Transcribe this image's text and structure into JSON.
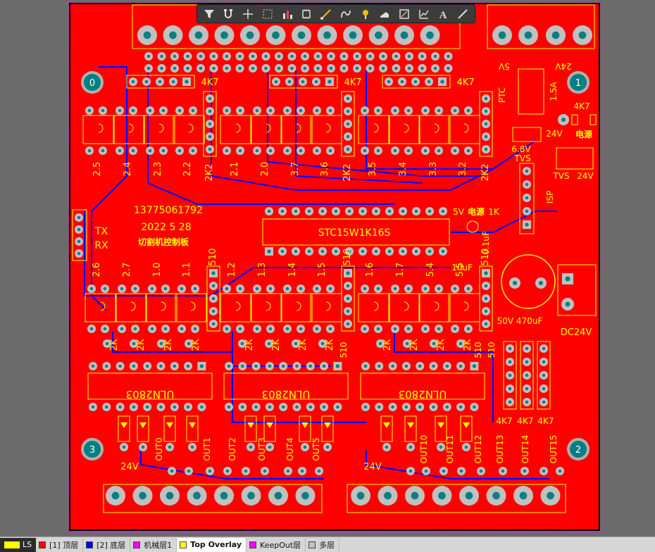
{
  "board": {
    "title_phone": "13775061792",
    "date": "2022 5 28",
    "board_name": "切割机控制板",
    "mcu": "STC15W1K16S",
    "power_label": "电源",
    "power_label2": "电源",
    "dc_label": "DC24V",
    "v5_label": "5V",
    "v24_label": "24V",
    "uln": [
      "ULN2803",
      "ULN2803",
      "ULN2803"
    ],
    "outputs": [
      "OUT0",
      "OUT1",
      "OUT2",
      "OUT3",
      "OUT4",
      "OUT5",
      "OUT10",
      "OUT11",
      "OUT12",
      "OUT13",
      "OUT14",
      "OUT15"
    ],
    "resistor_4k7": "4K7",
    "resistor_2k2": "2K2",
    "resistor_2k": "2K",
    "resistor_510": "510",
    "resistor_1k": "1K",
    "cap_10uf": "10uF",
    "cap_01uf": "0.1uF",
    "cap_470": "50V 470uF",
    "ptc": "PTC",
    "fuse": "1.5A",
    "tvs": "TVS",
    "tvs_68": "6.8V",
    "tvs_24": "24V",
    "isp": "ISP",
    "tx": "TX",
    "rx": "RX",
    "v5_pin": "5V",
    "v24_pin": "24V",
    "out_24v": "24V",
    "mount_holes": [
      "0",
      "1",
      "2",
      "3"
    ],
    "input_labels_top": [
      "2.5",
      "2.4",
      "2.3",
      "2.2",
      "2.1",
      "2.0",
      "3.7",
      "3.6",
      "3.5",
      "3.4",
      "3.3",
      "3.2"
    ],
    "input_labels_mid": [
      "2.6",
      "2.7",
      "1.0",
      "1.1",
      "1.2",
      "1.3",
      "1.4",
      "1.5",
      "1.6",
      "1.7",
      "5.4",
      "5.5"
    ]
  },
  "toolbar": {
    "tools": [
      "filter-icon",
      "route-icon",
      "cross-icon",
      "select-rect-icon",
      "bar-chart-icon",
      "component-icon",
      "wire-icon",
      "arc-icon",
      "pin-icon",
      "fill-icon",
      "rect-icon",
      "graph-icon",
      "text-icon",
      "line-icon"
    ]
  },
  "layers": {
    "ls_label": "LS",
    "tabs": [
      {
        "label": "[1] 顶层",
        "color": "#ff0000",
        "active": false
      },
      {
        "label": "[2] 底层",
        "color": "#0000ff",
        "active": false
      },
      {
        "label": "机械层1",
        "color": "#ff00ff",
        "active": false
      },
      {
        "label": "Top Overlay",
        "color": "#ffff00",
        "active": true
      },
      {
        "label": "KeepOut层",
        "color": "#ff00ff",
        "active": false
      },
      {
        "label": "多层",
        "color": "#c0c0c0",
        "active": false
      }
    ]
  },
  "colors": {
    "copper": "#ff0000",
    "silk": "#ffff00",
    "pad": "#c0c0c0",
    "drill": "#008080",
    "trace_bottom": "#0000ff"
  }
}
